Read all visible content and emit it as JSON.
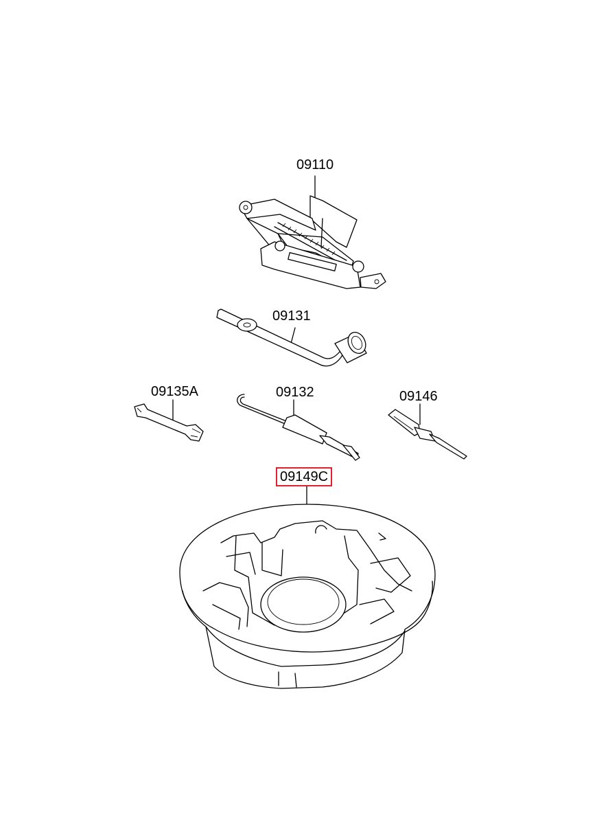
{
  "parts": [
    {
      "id": "jack",
      "label": "09110"
    },
    {
      "id": "lug-wrench",
      "label": "09131"
    },
    {
      "id": "spanner",
      "label": "09135A"
    },
    {
      "id": "hook-tool",
      "label": "09132"
    },
    {
      "id": "screwdriver",
      "label": "09146"
    },
    {
      "id": "tool-tray",
      "label": "09149C",
      "highlighted": true
    }
  ],
  "highlight_color": "#e0202a"
}
